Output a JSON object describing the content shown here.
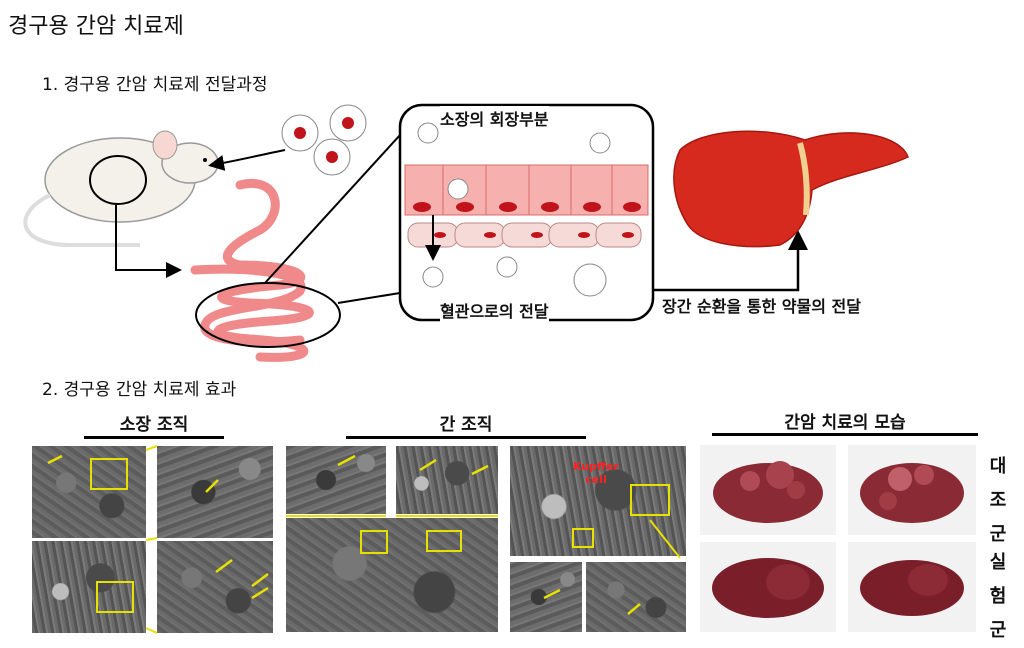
{
  "title": "경구용 간암 치료제",
  "section1": {
    "heading": "1. 경구용 간암 치료제 전달과정",
    "box_top_label": "소장의 회장부분",
    "box_bottom_label": "혈관으로의 전달",
    "circulation_label": "장간 순환을 통한 약물의 전달"
  },
  "section2": {
    "heading": "2. 경구용 간암 치료제 효과",
    "panels": [
      {
        "title": "소장 조직"
      },
      {
        "title": "간 조직"
      },
      {
        "title": "간암 치료의 모습"
      }
    ],
    "kupffer_label": "Kupffer cell",
    "control_label": [
      "대",
      "조",
      "군"
    ],
    "experiment_label": [
      "실",
      "험",
      "군"
    ]
  },
  "colors": {
    "arrow": "#e8e000",
    "intestine": "#f08a8a",
    "liver": "#d62a1e",
    "cell_nucleus": "#c0141a"
  }
}
